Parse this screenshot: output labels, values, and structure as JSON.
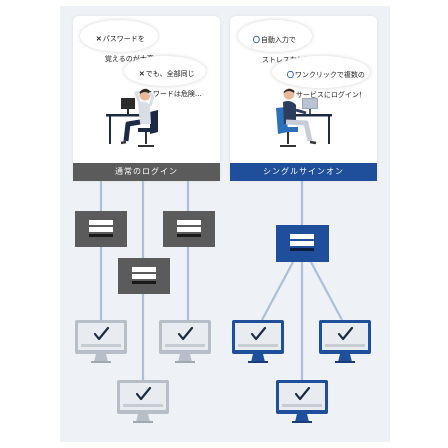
{
  "left_panel": {
    "bubble_1": {
      "mark": "✕",
      "line_1": "パスワードを",
      "line_2": "覚えるのが大変…"
    },
    "bubble_2": {
      "mark": "✕",
      "line_1": "でも、全部同じ",
      "line_2": "パスワードは危険…"
    },
    "banner": "通常のログイン",
    "theme_color": "#5b5b5b"
  },
  "right_panel": {
    "bubble_1": {
      "mark": "〇",
      "line_1": "自動入力で",
      "line_2": "ストレスなし！"
    },
    "bubble_2": {
      "mark": "〇",
      "line_1": "ワンクリックで複数の",
      "line_2": "サービスにログイン！"
    },
    "banner": "シングルサインオン",
    "theme_color": "#1f4e9a"
  },
  "colors": {
    "background": "#eef1f5",
    "connector": "#a9bfdc",
    "gray_login": "#5b5b5b",
    "blue_login": "#1f4e9a"
  },
  "icons": {
    "login_window": "login-window-icon",
    "computer": "computer-icon",
    "checkmark": "checkmark-icon",
    "person": "person-at-desk-illustration"
  }
}
